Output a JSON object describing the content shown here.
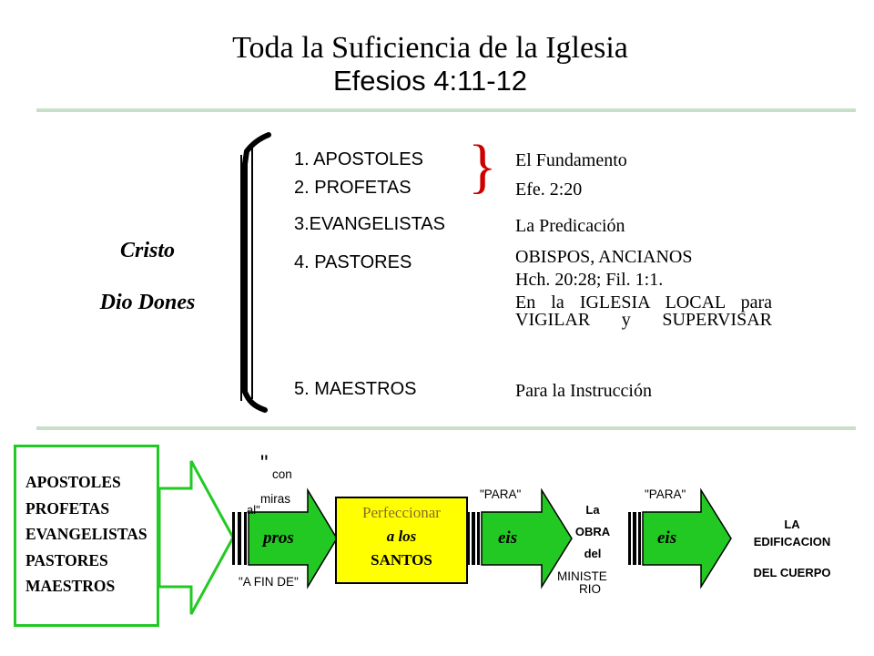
{
  "header": {
    "title": "Toda la Suficiencia de la Iglesia",
    "subtitle": "Efesios 4:11-12"
  },
  "left_labels": {
    "line1": "Cristo",
    "line2": "Dio Dones"
  },
  "gifts": [
    {
      "name": "1. APOSTOLES"
    },
    {
      "name": "2. PROFETAS"
    },
    {
      "name": "3.EVANGELISTAS"
    },
    {
      "name": "4. PASTORES"
    },
    {
      "name": "5. MAESTROS"
    }
  ],
  "descriptions": {
    "fundamento": "El Fundamento",
    "efe": "Efe. 2:20",
    "predicacion": "La Predicación",
    "obispos": "OBISPOS, ANCIANOS",
    "hch": "Hch. 20:28; Fil. 1:1.",
    "iglesia_local": "En la IGLESIA LOCAL para VIGILAR y SUPERVISAR",
    "instruccion": "Para la Instrucción"
  },
  "flow": {
    "box_list": [
      "APOSTOLES",
      "PROFETAS",
      "EVANGELISTAS",
      "PASTORES",
      "MAESTROS"
    ],
    "quote_open": "\"",
    "con_miras": "con miras",
    "al": "al\"",
    "pros": "pros",
    "a_fin_de": "\"A FIN DE\"",
    "perfeccionar": "Perfeccionar",
    "a_los": "a los",
    "santos": "SANTOS",
    "para1": "\"PARA\"",
    "eis1": "eis",
    "la": "La",
    "obra": "OBRA",
    "del": "del",
    "ministe": "MINISTE",
    "rio": "RIO",
    "para2": "\"PARA\"",
    "eis2": "eis",
    "la_edif": "LA",
    "edificacion": "EDIFICACION",
    "del_cuerpo": "DEL CUERPO"
  },
  "colors": {
    "rule": "#c8e0c8",
    "box_border": "#22c922",
    "arrow_fill": "#22c922",
    "perf_fill": "#ffff00",
    "perf_text": "#8a6b2e",
    "brace": "#cc0000"
  }
}
